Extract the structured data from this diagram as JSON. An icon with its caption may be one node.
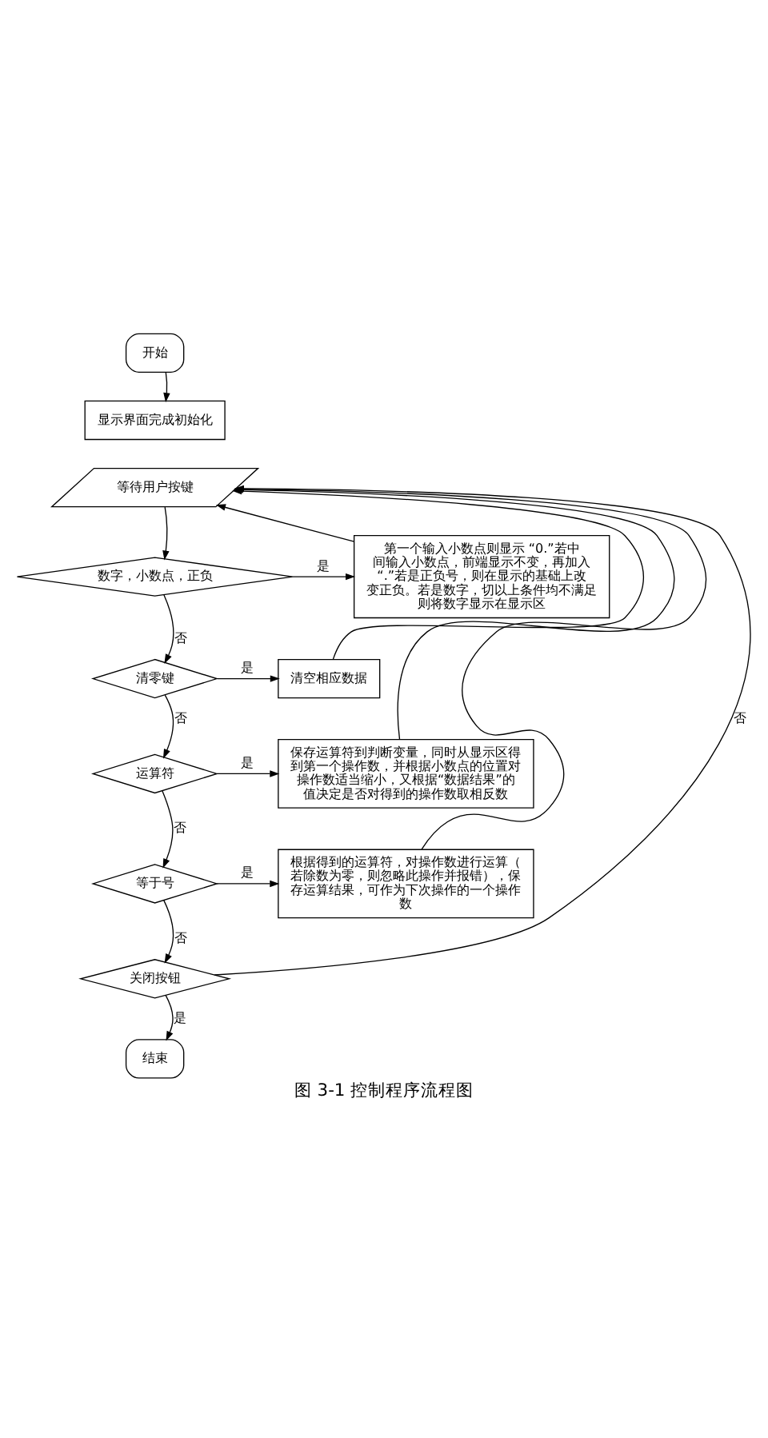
{
  "diagram": {
    "caption": "图 3-1 控制程序流程图",
    "nodes": [
      {
        "text": [
          "开始"
        ]
      },
      {
        "text": [
          "显示界面完成初始化"
        ]
      },
      {
        "text": [
          "等待用户按键"
        ]
      },
      {
        "text": [
          "数字，小数点，正负"
        ]
      },
      {
        "text": [
          "第一个输入小数点则显示 “0.”若中间输入小数点，前端显示不变，再加入 “.”若是正负号，则在显示的基础上改变正负。若是数字，切以上条件均不满足则将数字显示在显示区"
        ]
      },
      {
        "text": [
          "清零键"
        ]
      },
      {
        "text": [
          "清空相应数据"
        ]
      },
      {
        "text": [
          "运算符"
        ]
      },
      {
        "text": [
          "保存运算符到判断变量，同时从显示区得到第一个操作数，并根据小数点的位置对操作数适当缩小，又根据“数据结果”的值决定是否对得到的操作数取相反数"
        ]
      },
      {
        "text": [
          "等于号"
        ]
      },
      {
        "text": [
          "根据得到的运算符，对操作数进行运算（若除数为零，则忽略此操作并报错），保存运算结果，可作为下次操作的一个操作数"
        ]
      },
      {
        "text": [
          "关闭按钮"
        ]
      },
      {
        "text": [
          "结束"
        ]
      }
    ],
    "edges": [
      {
        "from": 0,
        "to": 1,
        "arrow": "to"
      },
      {
        "from": 2,
        "to": 3,
        "arrow": "to"
      },
      {
        "from": 3,
        "to": 4,
        "arrow": "to",
        "label": "是"
      },
      {
        "from": 3,
        "to": 5,
        "arrow": "to",
        "label": "否"
      },
      {
        "from": 5,
        "to": 6,
        "arrow": "to",
        "label": "是"
      },
      {
        "from": 5,
        "to": 7,
        "arrow": "to",
        "label": "否"
      },
      {
        "from": 7,
        "to": 8,
        "arrow": "to",
        "label": "是"
      },
      {
        "from": 7,
        "to": 9,
        "arrow": "to",
        "label": "否"
      },
      {
        "from": 9,
        "to": 10,
        "arrow": "to",
        "label": "是"
      },
      {
        "from": 9,
        "to": 11,
        "arrow": "to",
        "label": "否"
      },
      {
        "from": 11,
        "to": 12,
        "arrow": "to",
        "label": "是"
      },
      {
        "from": 11,
        "to": 2,
        "arrow": "to",
        "label": "否"
      },
      {
        "from": 4,
        "to": 2,
        "arrow": "to"
      },
      {
        "from": 6,
        "to": 2,
        "arrow": "to"
      },
      {
        "from": 8,
        "to": 2,
        "arrow": "to"
      },
      {
        "from": 10,
        "to": 2,
        "arrow": "to"
      }
    ]
  }
}
